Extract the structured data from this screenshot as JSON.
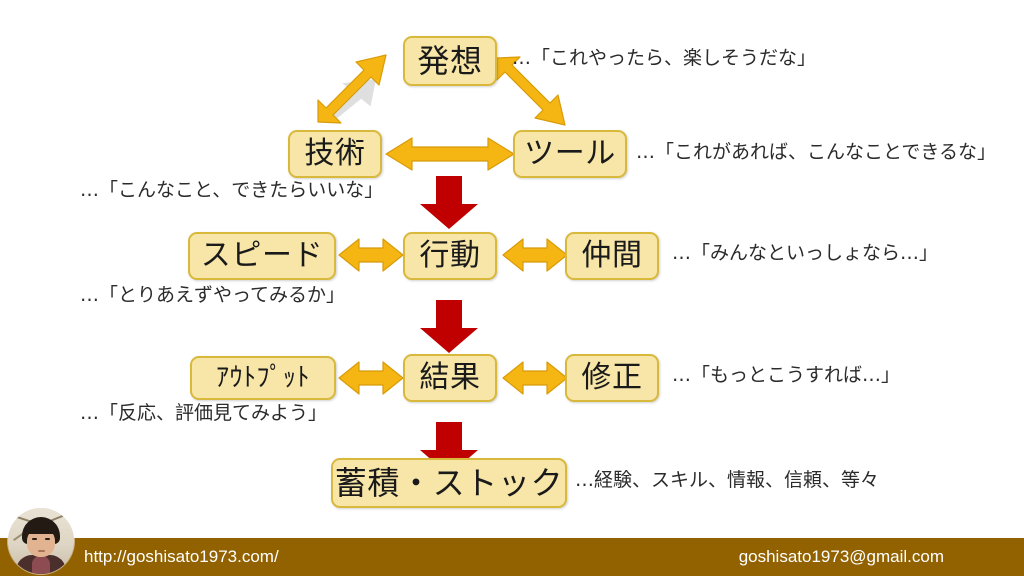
{
  "slide": {
    "title": "発想から蓄積・ストックへのサイクル図",
    "background_color": "#ffffff",
    "colors": {
      "box_fill": "#f7e6a8",
      "box_border": "#d9b93c",
      "gold_arrow": "#f5b512",
      "gold_arrow_border": "#d89b0a",
      "red_arrow": "#c00000",
      "footer_bar": "#936200",
      "footer_text": "#ffffff",
      "note_text": "#2b2b2b"
    }
  },
  "nodes": [
    {
      "id": "hasso",
      "label": "発想",
      "font_size": 32
    },
    {
      "id": "gijutsu",
      "label": "技術",
      "font_size": 30
    },
    {
      "id": "tool",
      "label": "ツール",
      "font_size": 30
    },
    {
      "id": "speed",
      "label": "スピード",
      "font_size": 30
    },
    {
      "id": "koudou",
      "label": "行動",
      "font_size": 30
    },
    {
      "id": "nakama",
      "label": "仲間",
      "font_size": 30
    },
    {
      "id": "output",
      "label": "ｱｳﾄﾌﾟｯﾄ",
      "font_size": 26
    },
    {
      "id": "kekka",
      "label": "結果",
      "font_size": 30
    },
    {
      "id": "shusei",
      "label": "修正",
      "font_size": 30
    },
    {
      "id": "chikuseki",
      "label": "蓄積・ストック",
      "font_size": 32
    }
  ],
  "notes": [
    {
      "id": "note-hasso",
      "text": "…「これやったら、楽しそうだな」"
    },
    {
      "id": "note-tool",
      "text": "…「これがあれば、こんなことできるな」"
    },
    {
      "id": "note-gijutsu",
      "text": "…「こんなこと、できたらいいな」"
    },
    {
      "id": "note-nakama",
      "text": "…「みんなといっしょなら…」"
    },
    {
      "id": "note-speed",
      "text": "…「とりあえずやってみるか」"
    },
    {
      "id": "note-shusei",
      "text": "…「もっとこうすれば…」"
    },
    {
      "id": "note-output",
      "text": "…「反応、評価見てみよう」"
    },
    {
      "id": "note-chikuseki",
      "text": "…経験、スキル、情報、信頼、等々"
    }
  ],
  "arrows": [
    {
      "id": "arrow-hasso-gijutsu",
      "kind": "double-diagonal-up-right",
      "color": "#f5b512"
    },
    {
      "id": "arrow-hasso-tool",
      "kind": "double-diagonal-down-right",
      "color": "#f5b512"
    },
    {
      "id": "arrow-gijutsu-tool",
      "kind": "double-horizontal-long",
      "color": "#f5b512"
    },
    {
      "id": "arrow-tool-koudou",
      "kind": "down-block",
      "color": "#c00000"
    },
    {
      "id": "arrow-speed-koudou",
      "kind": "double-horizontal",
      "color": "#f5b512"
    },
    {
      "id": "arrow-koudou-nakama",
      "kind": "double-horizontal",
      "color": "#f5b512"
    },
    {
      "id": "arrow-koudou-kekka",
      "kind": "down-block",
      "color": "#c00000"
    },
    {
      "id": "arrow-output-kekka",
      "kind": "double-horizontal",
      "color": "#f5b512"
    },
    {
      "id": "arrow-kekka-shusei",
      "kind": "double-horizontal",
      "color": "#f5b512"
    },
    {
      "id": "arrow-kekka-chikuseki",
      "kind": "down-block",
      "color": "#c00000"
    }
  ],
  "footer": {
    "url": "http://goshisato1973.com/",
    "email": "goshisato1973@gmail.com"
  },
  "avatar": {
    "alt": "profile-photo"
  }
}
